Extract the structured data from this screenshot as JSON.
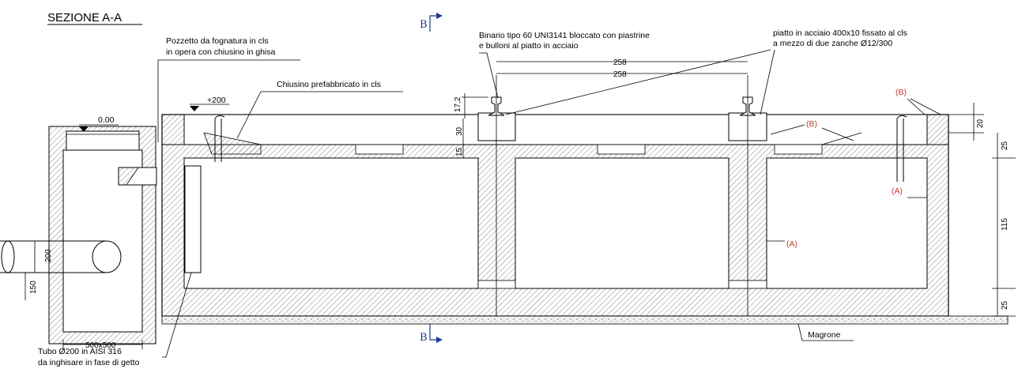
{
  "title": "SEZIONE A-A",
  "section_markers": {
    "top": "B",
    "bottom": "B"
  },
  "labels": {
    "pozzetto_line1": "Pozzetto da fognatura in cls",
    "pozzetto_line2": "in opera con chiusino in ghisa",
    "chiusino": "Chiusino prefabbricato in cls",
    "binario_line1": "Binario tipo 60 UNI3141 bloccato con piastrine",
    "binario_line2": "e bulloni al piatto in acciaio",
    "piatto_line1": "piatto in acciaio 400x10 fissato al cls",
    "piatto_line2": "a mezzo di due zanche Ø12/300",
    "tubo_line1": "Tubo Ø200 in AISI 316",
    "tubo_line2": "da inghisare in fase di getto",
    "magrone": "Magrone",
    "level_zero": "0.00",
    "level_plus": "+200"
  },
  "dimensions": {
    "rail_gauge_upper": "258",
    "rail_gauge_lower": "258",
    "rail_height": "17,2",
    "slab_30": "30",
    "slab_15": "15",
    "right_20": "20",
    "right_25_top": "25",
    "right_115": "115",
    "right_25_bottom": "25",
    "pipe_200": "200",
    "pipe_150": "150",
    "pozzetto_size": "500x500"
  },
  "callouts": {
    "a_right": "(A)",
    "a_center": "(A)",
    "b_top": "(B)",
    "b_mid": "(B)"
  },
  "colors": {
    "line": "#000000",
    "hatch": "#555555",
    "section_marker": "#1f3a8a",
    "callout": "#c0392b"
  }
}
